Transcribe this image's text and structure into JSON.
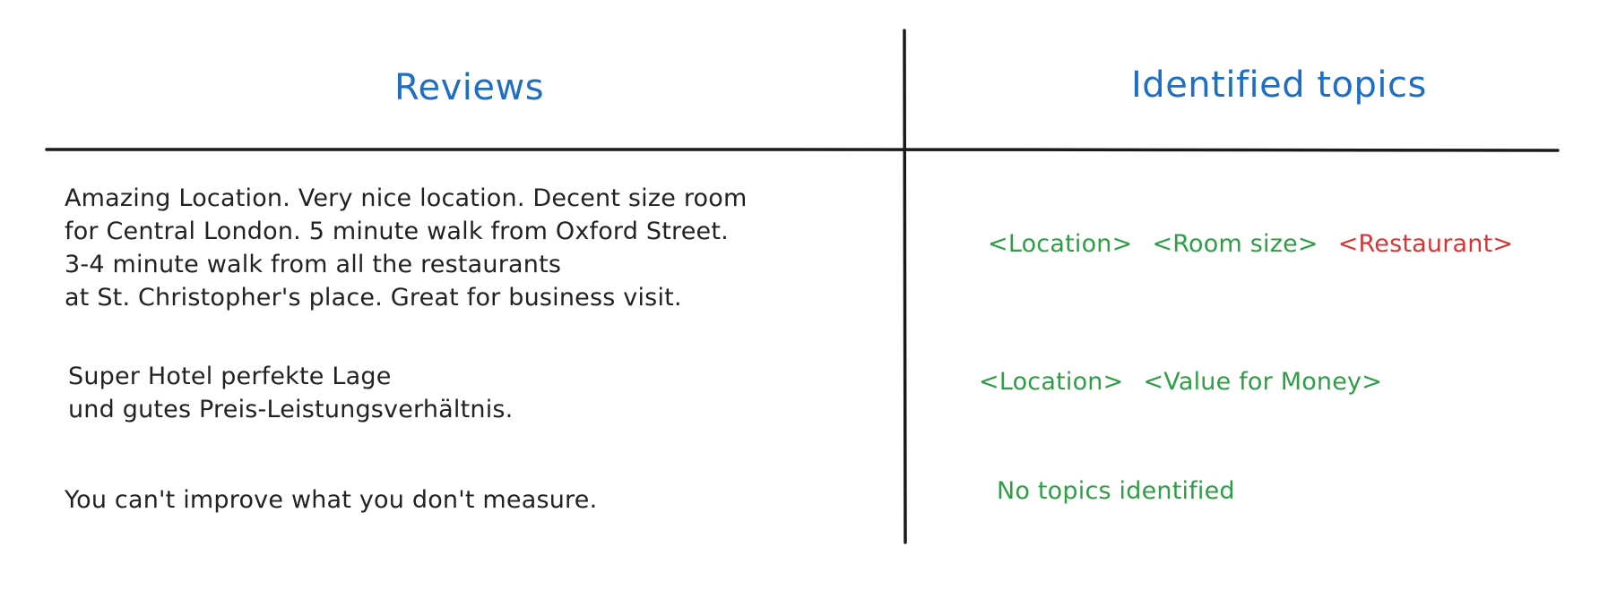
{
  "headers": {
    "reviews": "Reviews",
    "topics": "Identified topics"
  },
  "colors": {
    "header": "#1e6fc4",
    "positive_topic": "#2e9e45",
    "negative_topic": "#d93434",
    "text": "#222222"
  },
  "rows": [
    {
      "review_lines": [
        "Amazing Location. Very nice location. Decent size room",
        "for Central London. 5 minute walk from Oxford Street.",
        "3-4 minute walk from all the restaurants",
        "at St. Christopher's place. Great for business visit."
      ],
      "topics": [
        {
          "label": "<Location>",
          "status": "positive"
        },
        {
          "label": "<Room size>",
          "status": "positive"
        },
        {
          "label": "<Restaurant>",
          "status": "negative"
        }
      ]
    },
    {
      "review_lines": [
        "Super Hotel perfekte Lage",
        "und gutes Preis-Leistungsverhältnis."
      ],
      "topics": [
        {
          "label": "<Location>",
          "status": "positive"
        },
        {
          "label": "<Value for Money>",
          "status": "positive"
        }
      ]
    },
    {
      "review_lines": [
        "You can't improve what you don't measure."
      ],
      "topics": [
        {
          "label": "No topics identified",
          "status": "positive"
        }
      ]
    }
  ]
}
